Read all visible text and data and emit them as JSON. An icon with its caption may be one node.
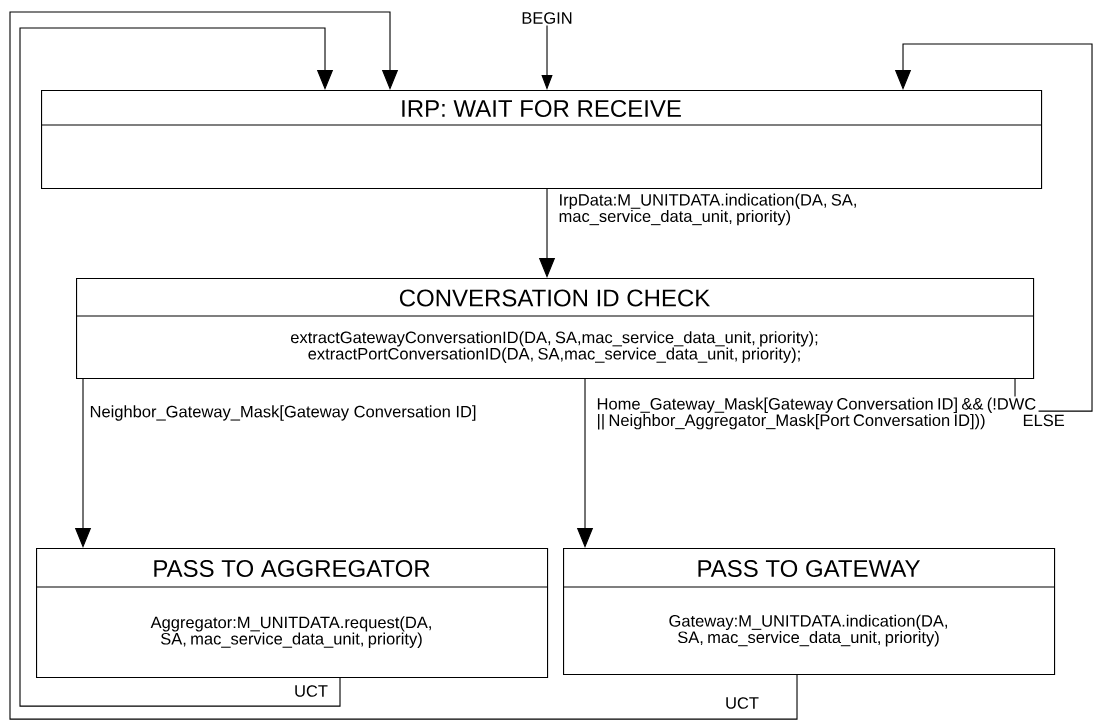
{
  "diagram": {
    "nodes": [
      {
        "text": [
          "BEGIN"
        ]
      },
      {
        "text": [
          "IRP: WAIT FOR RECEIVE"
        ]
      },
      {
        "text": [
          "CONVERSATION ID CHECK",
          "extractGatewayConversationID(DA, SA,mac_service_data_unit, priority); extractPortConversationID(DA, SA,mac_service_data_unit, priority);"
        ]
      },
      {
        "text": [
          "PASS TO AGGREGATOR",
          "Aggregator:M_UNITDATA.request(DA, SA, mac_service_data_unit, priority)"
        ]
      },
      {
        "text": [
          "PASS TO GATEWAY",
          "Gateway:M_UNITDATA.indication(DA, SA, mac_service_data_unit, priority)"
        ]
      }
    ],
    "edges": [
      {
        "from": 0,
        "to": 1,
        "arrow": "to"
      },
      {
        "from": 1,
        "to": 2,
        "arrow": "to",
        "label": "IrpData:M_UNITDATA.indication(DA, SA, mac_service_data_unit, priority)"
      },
      {
        "from": 2,
        "to": 3,
        "arrow": "to",
        "label": "Neighbor_Gateway_Mask[Gateway Conversation ID]"
      },
      {
        "from": 2,
        "to": 4,
        "arrow": "to",
        "label": "Home_Gateway_Mask[Gateway Conversation ID] && (!DWC || Neighbor_Aggregator_Mask[Port Conversation ID]))"
      },
      {
        "from": 2,
        "to": 1,
        "arrow": "to",
        "label": "ELSE"
      },
      {
        "from": 3,
        "to": 1,
        "arrow": "to",
        "label": "UCT"
      },
      {
        "from": 4,
        "to": 1,
        "arrow": "to",
        "label": "UCT"
      }
    ]
  }
}
